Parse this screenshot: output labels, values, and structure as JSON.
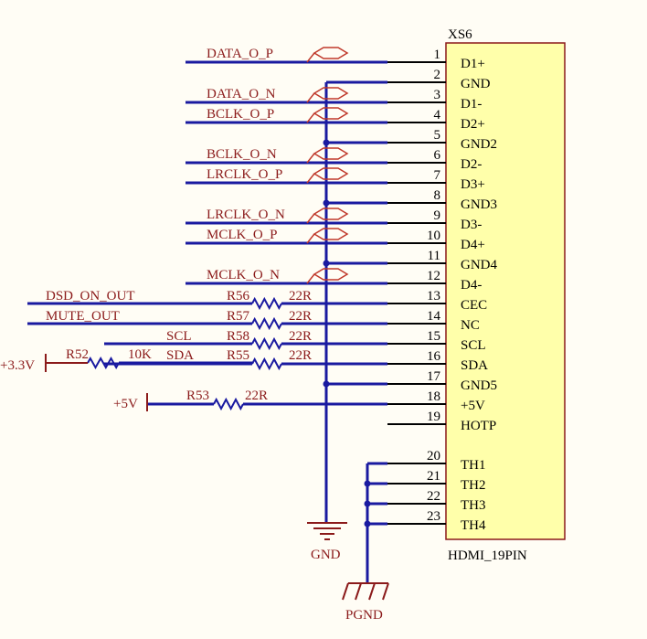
{
  "connector": {
    "designator": "XS6",
    "part": "HDMI_19PIN",
    "fill": "#ffffaa",
    "pins": [
      {
        "num": "1",
        "name": "D1+"
      },
      {
        "num": "2",
        "name": "GND"
      },
      {
        "num": "3",
        "name": "D1-"
      },
      {
        "num": "4",
        "name": "D2+"
      },
      {
        "num": "5",
        "name": "GND2"
      },
      {
        "num": "6",
        "name": "D2-"
      },
      {
        "num": "7",
        "name": "D3+"
      },
      {
        "num": "8",
        "name": "GND3"
      },
      {
        "num": "9",
        "name": "D3-"
      },
      {
        "num": "10",
        "name": "D4+"
      },
      {
        "num": "11",
        "name": "GND4"
      },
      {
        "num": "12",
        "name": "D4-"
      },
      {
        "num": "13",
        "name": "CEC"
      },
      {
        "num": "14",
        "name": "NC"
      },
      {
        "num": "15",
        "name": "SCL"
      },
      {
        "num": "16",
        "name": "SDA"
      },
      {
        "num": "17",
        "name": "GND5"
      },
      {
        "num": "18",
        "name": "+5V"
      },
      {
        "num": "19",
        "name": "HOTP"
      },
      {
        "num": "20",
        "name": "TH1"
      },
      {
        "num": "21",
        "name": "TH2"
      },
      {
        "num": "22",
        "name": "TH3"
      },
      {
        "num": "23",
        "name": "TH4"
      }
    ]
  },
  "port_nets": [
    {
      "pin": "1",
      "label": "DATA_O_P"
    },
    {
      "pin": "3",
      "label": "DATA_O_N"
    },
    {
      "pin": "4",
      "label": "BCLK_O_P"
    },
    {
      "pin": "6",
      "label": "BCLK_O_N"
    },
    {
      "pin": "7",
      "label": "LRCLK_O_P"
    },
    {
      "pin": "9",
      "label": "LRCLK_O_N"
    },
    {
      "pin": "10",
      "label": "MCLK_O_P"
    },
    {
      "pin": "12",
      "label": "MCLK_O_N"
    }
  ],
  "resistor_nets": [
    {
      "pin": "13",
      "net": "DSD_ON_OUT",
      "ref": "R56",
      "value": "22R"
    },
    {
      "pin": "14",
      "net": "MUTE_OUT",
      "ref": "R57",
      "value": "22R"
    },
    {
      "pin": "15",
      "net": "SCL",
      "ref": "R58",
      "value": "22R"
    },
    {
      "pin": "16",
      "net": "SDA",
      "ref": "R55",
      "value": "22R"
    }
  ],
  "pullup": {
    "ref": "R52",
    "value": "10K",
    "supply": "+3.3V"
  },
  "five_volt": {
    "ref": "R53",
    "value": "22R",
    "supply": "+5V"
  },
  "grounds": {
    "gnd": "GND",
    "pgnd": "PGND"
  }
}
